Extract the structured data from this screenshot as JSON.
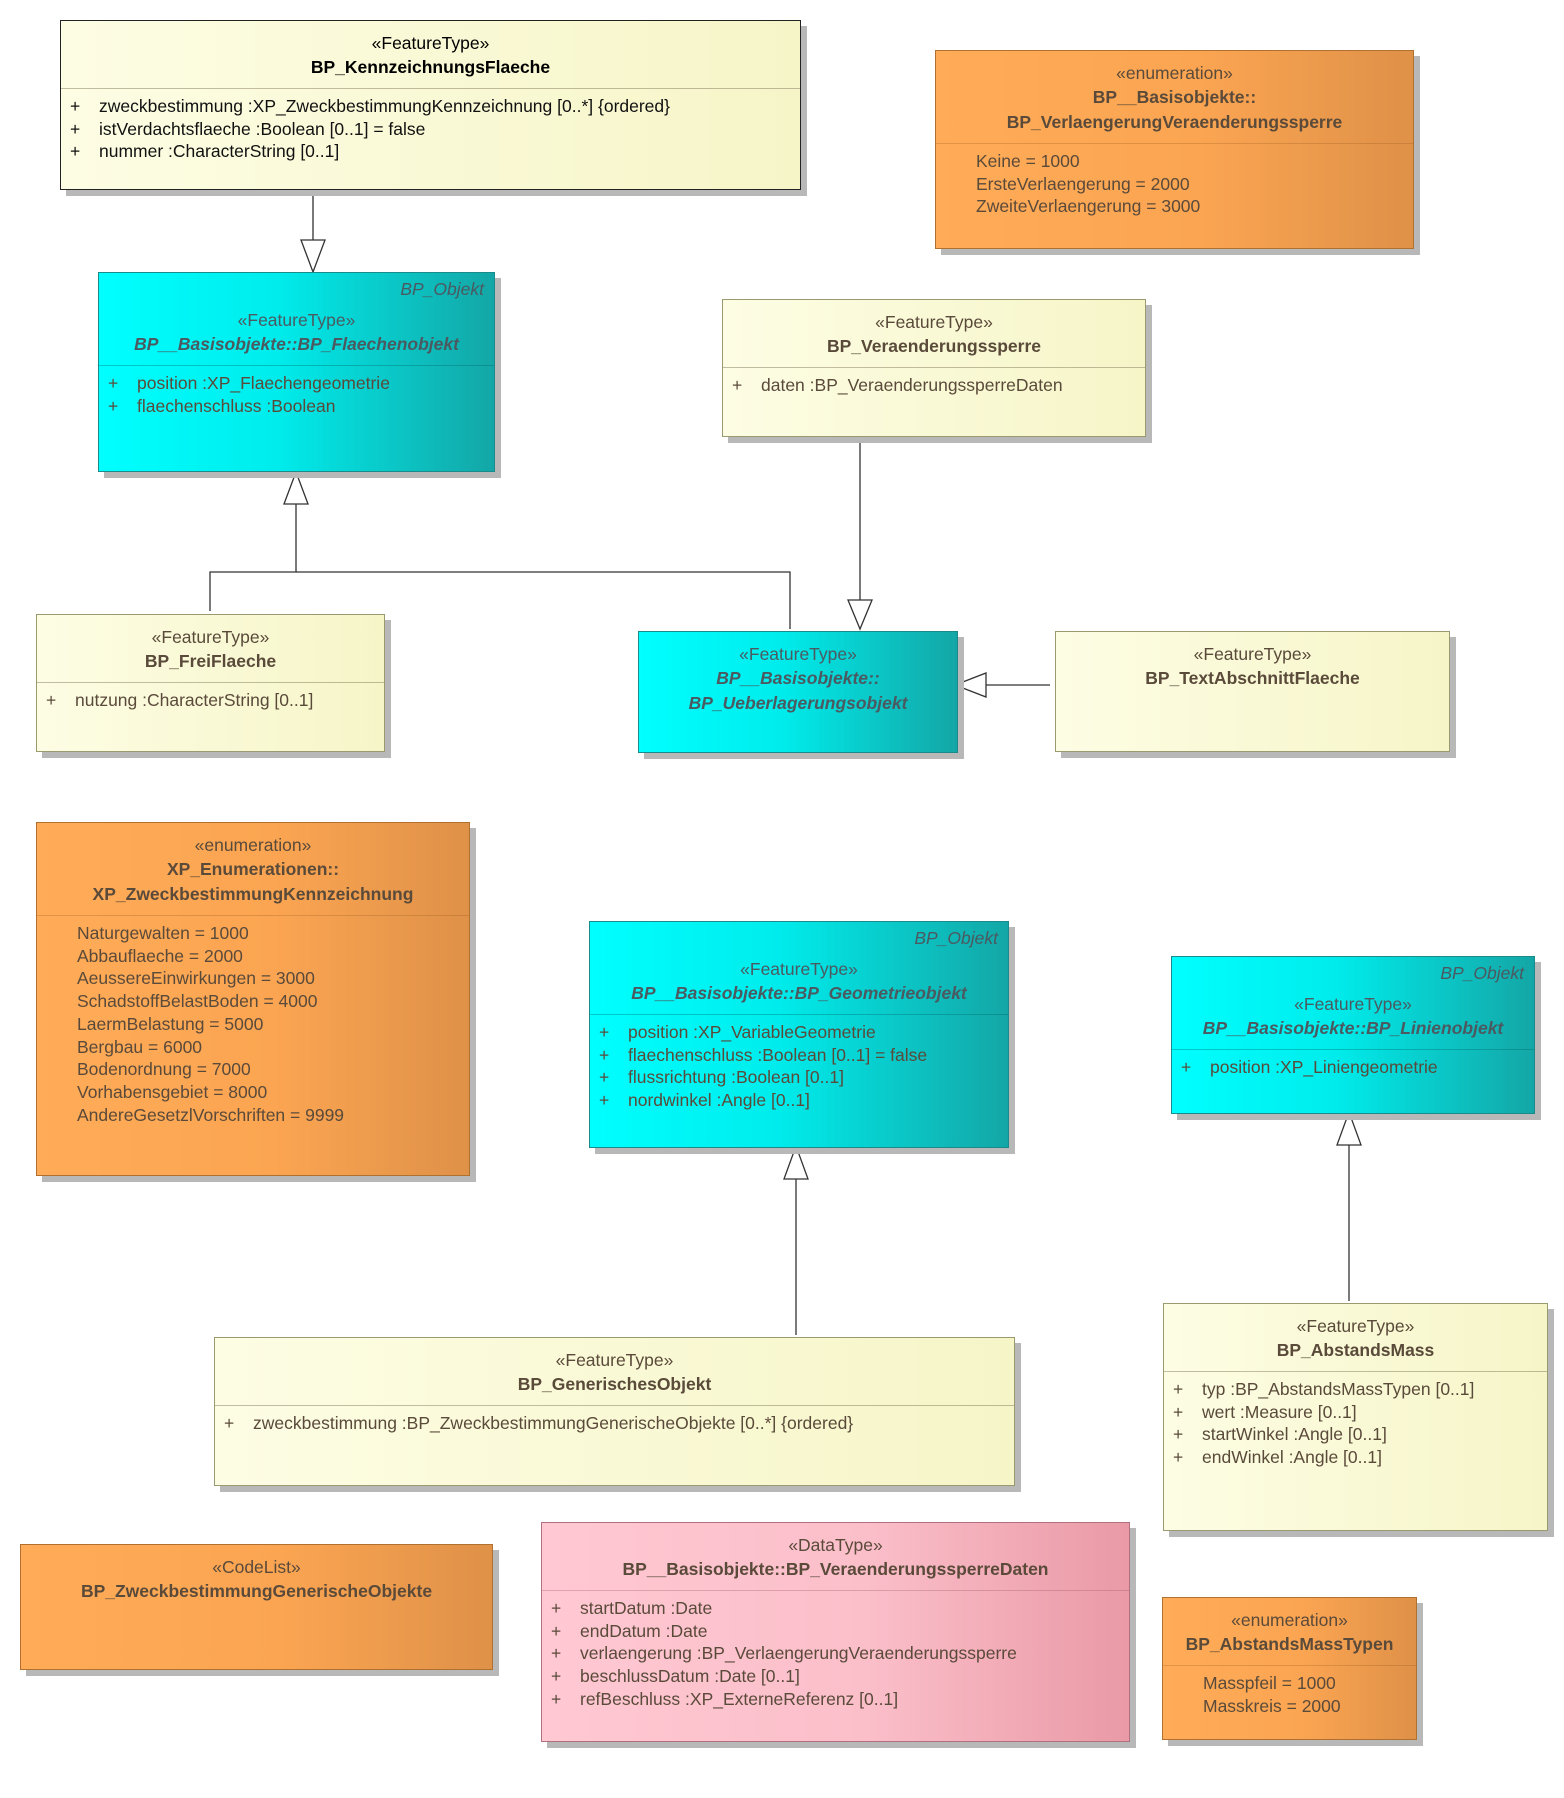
{
  "classes": {
    "kennzeichnungsflaeche": {
      "stereotype": "«FeatureType»",
      "name": "BP_KennzeichnungsFlaeche",
      "attributes": [
        {
          "vis": "+",
          "text": "zweckbestimmung  :XP_ZweckbestimmungKennzeichnung [0..*] {ordered}"
        },
        {
          "vis": "+",
          "text": "istVerdachtsflaeche  :Boolean [0..1] = false"
        },
        {
          "vis": "+",
          "text": "nummer  :CharacterString [0..1]"
        }
      ]
    },
    "verlaengerung_enum": {
      "stereotype": "«enumeration»",
      "name_line1": "BP__Basisobjekte::",
      "name_line2": "BP_VerlaengerungVeraenderungssperre",
      "literals": [
        "Keine = 1000",
        "ErsteVerlaengerung = 2000",
        "ZweiteVerlaengerung = 3000"
      ]
    },
    "flaechenobjekt": {
      "corner": "BP_Objekt",
      "stereotype": "«FeatureType»",
      "name": "BP__Basisobjekte::BP_Flaechenobjekt",
      "attributes": [
        {
          "vis": "+",
          "text": "position  :XP_Flaechengeometrie"
        },
        {
          "vis": "+",
          "text": "flaechenschluss  :Boolean"
        }
      ]
    },
    "veraenderungssperre": {
      "stereotype": "«FeatureType»",
      "name": "BP_Veraenderungssperre",
      "attributes": [
        {
          "vis": "+",
          "text": "daten  :BP_VeraenderungssperreDaten"
        }
      ]
    },
    "freiflaeche": {
      "stereotype": "«FeatureType»",
      "name": "BP_FreiFlaeche",
      "attributes": [
        {
          "vis": "+",
          "text": "nutzung  :CharacterString [0..1]"
        }
      ]
    },
    "ueberlagerungsobjekt": {
      "stereotype": "«FeatureType»",
      "name_line1": "BP__Basisobjekte::",
      "name_line2": "BP_Ueberlagerungsobjekt"
    },
    "textabschnittflaeche": {
      "stereotype": "«FeatureType»",
      "name": "BP_TextAbschnittFlaeche"
    },
    "zweckbestimmung_kennzeichnung_enum": {
      "stereotype": "«enumeration»",
      "name_line1": "XP_Enumerationen::",
      "name_line2": "XP_ZweckbestimmungKennzeichnung",
      "literals": [
        "Naturgewalten = 1000",
        "Abbauflaeche = 2000",
        "AeussereEinwirkungen = 3000",
        "SchadstoffBelastBoden = 4000",
        "LaermBelastung = 5000",
        "Bergbau = 6000",
        "Bodenordnung = 7000",
        "Vorhabensgebiet = 8000",
        "AndereGesetzlVorschriften = 9999"
      ]
    },
    "geometrieobjekt": {
      "corner": "BP_Objekt",
      "stereotype": "«FeatureType»",
      "name": "BP__Basisobjekte::BP_Geometrieobjekt",
      "attributes": [
        {
          "vis": "+",
          "text": "position  :XP_VariableGeometrie"
        },
        {
          "vis": "+",
          "text": "flaechenschluss  :Boolean [0..1] = false"
        },
        {
          "vis": "+",
          "text": "flussrichtung  :Boolean [0..1]"
        },
        {
          "vis": "+",
          "text": "nordwinkel  :Angle [0..1]"
        }
      ]
    },
    "linienobjekt": {
      "corner": "BP_Objekt",
      "stereotype": "«FeatureType»",
      "name": "BP__Basisobjekte::BP_Linienobjekt",
      "attributes": [
        {
          "vis": "+",
          "text": "position  :XP_Liniengeometrie"
        }
      ]
    },
    "generischesobjekt": {
      "stereotype": "«FeatureType»",
      "name": "BP_GenerischesObjekt",
      "attributes": [
        {
          "vis": "+",
          "text": "zweckbestimmung  :BP_ZweckbestimmungGenerischeObjekte [0..*] {ordered}"
        }
      ]
    },
    "abstandsmass": {
      "stereotype": "«FeatureType»",
      "name": "BP_AbstandsMass",
      "attributes": [
        {
          "vis": "+",
          "text": "typ  :BP_AbstandsMassTypen [0..1]"
        },
        {
          "vis": "+",
          "text": "wert  :Measure [0..1]"
        },
        {
          "vis": "+",
          "text": "startWinkel  :Angle [0..1]"
        },
        {
          "vis": "+",
          "text": "endWinkel  :Angle [0..1]"
        }
      ]
    },
    "codelist_generisch": {
      "stereotype": "«CodeList»",
      "name": "BP_ZweckbestimmungGenerischeObjekte"
    },
    "veraenderungssperre_daten": {
      "stereotype": "«DataType»",
      "name": "BP__Basisobjekte::BP_VeraenderungssperreDaten",
      "attributes": [
        {
          "vis": "+",
          "text": "startDatum  :Date"
        },
        {
          "vis": "+",
          "text": "endDatum  :Date"
        },
        {
          "vis": "+",
          "text": "verlaengerung  :BP_VerlaengerungVeraenderungssperre"
        },
        {
          "vis": "+",
          "text": "beschlussDatum  :Date [0..1]"
        },
        {
          "vis": "+",
          "text": "refBeschluss  :XP_ExterneReferenz [0..1]"
        }
      ]
    },
    "abstandsmasstypen_enum": {
      "stereotype": "«enumeration»",
      "name": "BP_AbstandsMassTypen",
      "literals": [
        "Masspfeil = 1000",
        "Masskreis = 2000"
      ]
    }
  },
  "colors": {
    "feature_type": "#f8f7d0",
    "abstract_class": "#00f0f0",
    "enumeration": "#fba552",
    "data_type": "#fbbfca",
    "edge": "#333333"
  }
}
